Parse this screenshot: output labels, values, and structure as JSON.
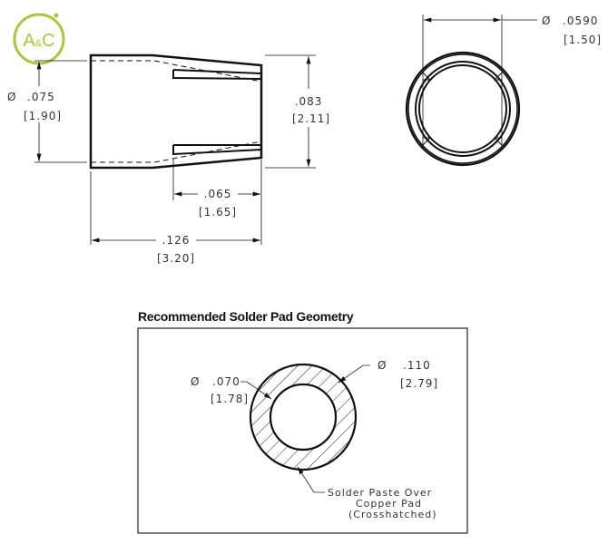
{
  "logo": {
    "text": "A&C",
    "color": "#a6c83a"
  },
  "side_view": {
    "diameter_inner": {
      "symbol": "Ø",
      "inch": ".075",
      "mm": "[1.90]"
    },
    "height": {
      "inch": ".083",
      "mm": "[2.11]"
    },
    "slot_length": {
      "inch": ".065",
      "mm": "[1.65]"
    },
    "overall_length": {
      "inch": ".126",
      "mm": "[3.20]"
    }
  },
  "end_view": {
    "diameter": {
      "symbol": "Ø",
      "inch": ".0590",
      "mm": "[1.50]"
    }
  },
  "solder_pad": {
    "title": "Recommended Solder Pad Geometry",
    "inner_diameter": {
      "symbol": "Ø",
      "inch": ".070",
      "mm": "[1.78]"
    },
    "outer_diameter": {
      "symbol": "Ø",
      "inch": ".110",
      "mm": "[2.79]"
    },
    "note_lines": [
      "Solder Paste Over",
      "Copper Pad",
      "(Crosshatched)"
    ]
  }
}
